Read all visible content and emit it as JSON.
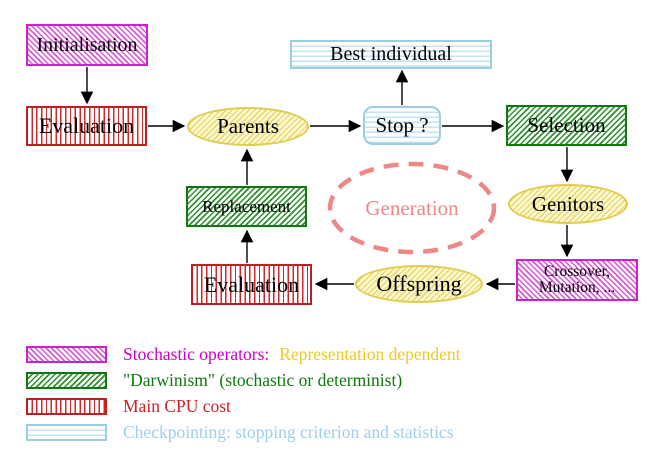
{
  "diagram": {
    "title": "Evolutionary algorithm generation loop",
    "nodes": {
      "initialisation": {
        "label": "Initialisation"
      },
      "evaluation_top": {
        "label": "Evaluation"
      },
      "parents": {
        "label": "Parents"
      },
      "best_individual": {
        "label": "Best individual"
      },
      "stop": {
        "label": "Stop ?"
      },
      "selection": {
        "label": "Selection"
      },
      "replacement": {
        "label": "Replacement"
      },
      "generation": {
        "label": "Generation"
      },
      "genitors": {
        "label": "Genitors"
      },
      "crossover": {
        "label_line1": "Crossover,",
        "label_line2": "Mutation, ..."
      },
      "offspring": {
        "label": "Offspring"
      },
      "evaluation_bottom": {
        "label": "Evaluation"
      }
    },
    "legend": {
      "items": [
        {
          "swatch": "magenta-diagonal-hatch",
          "label": "Stochastic operators:",
          "label2": "Representation dependent",
          "label_color": "#cc00cc",
          "label2_color": "#eecb22"
        },
        {
          "swatch": "green-diagonal-hatch",
          "label": "\"Darwinism\" (stochastic or determinist)",
          "label2": "",
          "label_color": "#117711",
          "label2_color": ""
        },
        {
          "swatch": "red-vertical-stripes",
          "label": "Main CPU cost",
          "label2": "",
          "label_color": "#cc2222",
          "label2_color": ""
        },
        {
          "swatch": "cyan-horizontal-stripes",
          "label": "Checkpointing: stopping criterion and statistics",
          "label2": "",
          "label_color": "#9fcfea",
          "label2_color": ""
        }
      ]
    },
    "colors": {
      "magenta": "#cc22cc",
      "red": "#bb2222",
      "green": "#117711",
      "yellow_border": "#e0cc50",
      "yellow_fill": "#fefad8",
      "cyan": "#9ecede",
      "pink_dashed": "#ee8888",
      "arrow": "#000000",
      "background": "#ffffff"
    }
  }
}
